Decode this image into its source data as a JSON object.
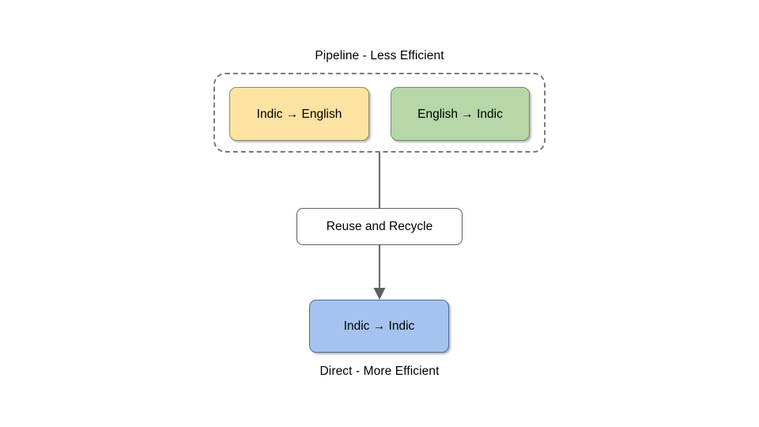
{
  "diagram": {
    "title_top": "Pipeline - Less Efficient",
    "title_bottom": "Direct - More Efficient",
    "nodes": {
      "indic_english": {
        "label": "Indic → English",
        "fill": "#fce3a1",
        "stroke": "#8f8a6e"
      },
      "english_indic": {
        "label": "English → Indic",
        "fill": "#b6d7a8",
        "stroke": "#6f8f62"
      },
      "reuse_recycle": {
        "label": "Reuse and Recycle",
        "fill": "#ffffff",
        "stroke": "#5f5f5f"
      },
      "indic_indic": {
        "label": "Indic → Indic",
        "fill": "#a6c3ef",
        "stroke": "#4a6d9e"
      }
    },
    "group": {
      "name": "pipeline-group",
      "stroke": "#7a7a7a",
      "style": "dashed"
    },
    "connector": {
      "name": "arrow-down",
      "stroke": "#6d6d6d",
      "arrowhead": "triangle-down"
    }
  }
}
